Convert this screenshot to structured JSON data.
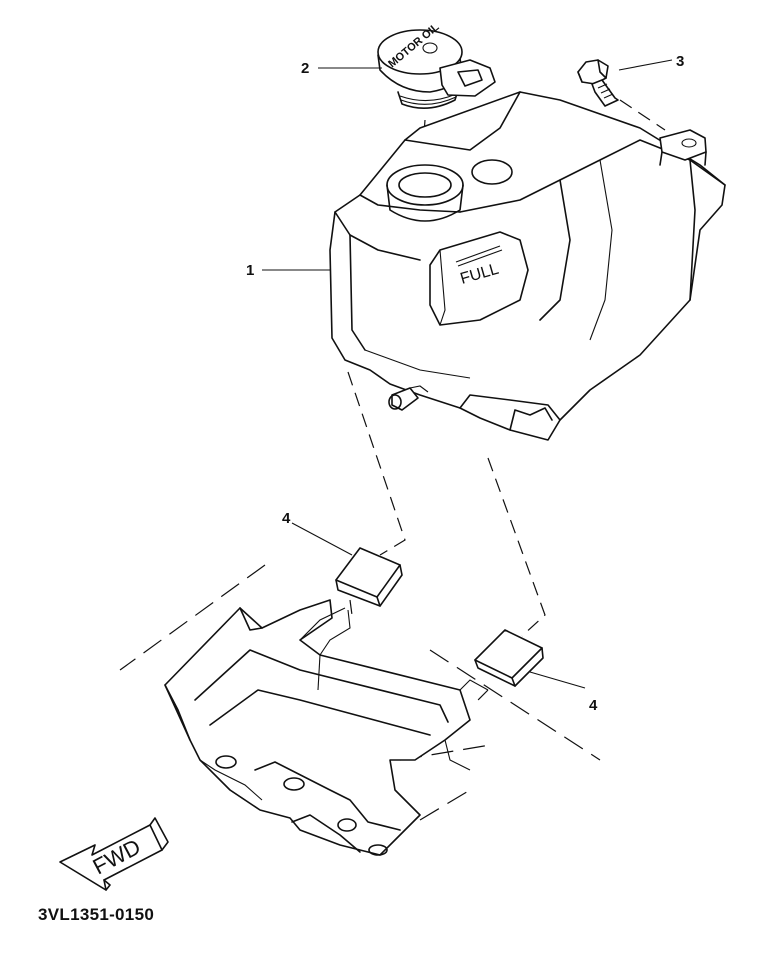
{
  "callouts": {
    "tank": "1",
    "cap": "2",
    "bolt": "3",
    "damper_upper": "4",
    "damper_lower": "4"
  },
  "tank_stamp": "FULL",
  "cap_marking": "MOTOR OIL",
  "direction_label": "FWD",
  "diagram_code": "3VL1351-0150"
}
